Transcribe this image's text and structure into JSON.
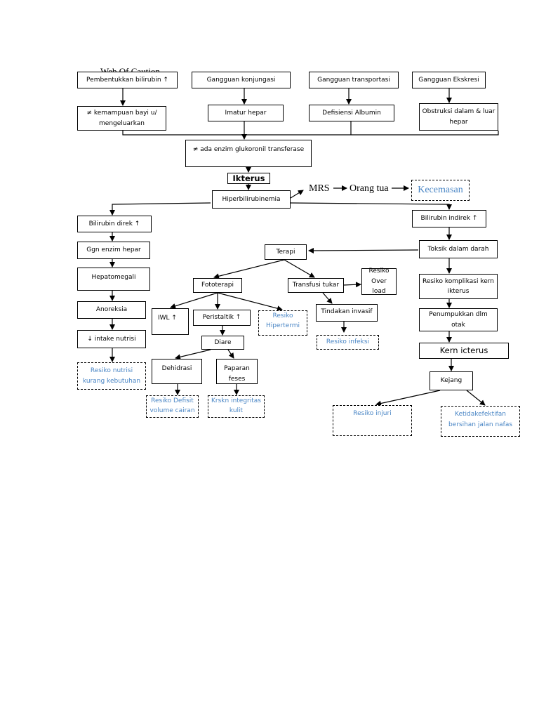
{
  "diagram": {
    "title": "Web Of Caution",
    "nodes": {
      "n_pembentukkan": "Pembentukkan bilirubin ↑",
      "n_konjungasi": "Gangguan konjungasi",
      "n_transportasi": "Gangguan transportasi",
      "n_ekskresi": "Gangguan Ekskresi",
      "n_kemampuan": "≠ kemampuan bayi  u/ mengeluarkan",
      "n_imatur": "Imatur hepar",
      "n_albumin": "Defisiensi Albumin",
      "n_obstruksi": "Obstruksi dalam & luar hepar",
      "n_enzim": "≠ ada enzim glukoronil transferase",
      "n_ikterus": "Ikterus",
      "n_hiperbilirubinemia": "Hiperbilirubinemia",
      "n_bilirubin_direk": "Bilirubin direk ↑",
      "n_bilirubin_indirek": "Bilirubin indirek ↑",
      "n_ggn_enzim": "Ggn enzim hepar",
      "n_hepatomegali": "Hepatomegali",
      "n_anoreksia": "Anoreksia",
      "n_intake": "↓ intake nutrisi",
      "n_terapi": "Terapi",
      "n_toksik": "Toksik dalam darah",
      "n_fototerapi": "Fototerapi",
      "n_transfusi": "Transfusi tukar",
      "n_overload": "Resiko Over load",
      "n_komplikasi": "Resiko komplikasi kern ikterus",
      "n_iwl": "IWL ↑",
      "n_peristaltik": "Peristaltik ↑",
      "n_tindakan": "Tindakan invasif",
      "n_penumpukkan": "Penumpukkan dlm otak",
      "n_diare": "Diare",
      "n_kern": "Kern icterus",
      "n_dehidrasi": "Dehidrasi",
      "n_paparan": "Paparan feses",
      "n_kejang": "Kejang"
    },
    "diagnoses": {
      "d_nutrisi": "Resiko nutrisi kurang kebutuhan",
      "d_hipertermi": "Resiko Hipertermi",
      "d_infeksi": "Resiko infeksi",
      "d_defisit": "Resiko Defisit volume cairan",
      "d_integritas": "Krskn integritas kulit",
      "d_injuri": "Resiko injuri",
      "d_jalan_nafas": "Ketidakefektifan bersihan jalan nafas",
      "d_kecemasan": "Kecemasan"
    },
    "labels": {
      "mrs": "MRS",
      "orang_tua": "Orang tua"
    }
  }
}
